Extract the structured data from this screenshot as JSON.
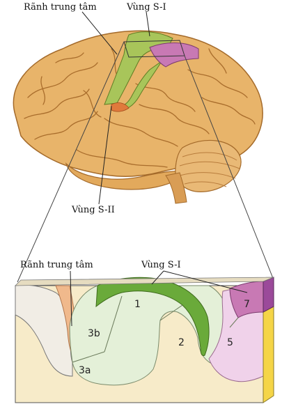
{
  "brain": {
    "label_central_sulcus": "Rãnh trung tâm",
    "label_s1": "Vùng S-I",
    "label_s2": "Vùng S-II"
  },
  "section": {
    "label_central_sulcus": "Rãnh trung tâm",
    "label_s1": "Vùng S-I",
    "areas": {
      "a1": "1",
      "a2": "2",
      "a3a": "3a",
      "a3b": "3b",
      "a5": "5",
      "a7": "7"
    }
  },
  "colors": {
    "brain": "#e8b46a",
    "s1_green": "#a8c55a",
    "s1_pink": "#c879b4",
    "gyrus_dark_green": "#6aaa3a",
    "cortex_light": "#e4f0d8",
    "orange_band": "#f0b98c",
    "tissue": "#f7ebc9",
    "side_yellow": "#f5d547",
    "side_purple": "#9b4a9a"
  }
}
